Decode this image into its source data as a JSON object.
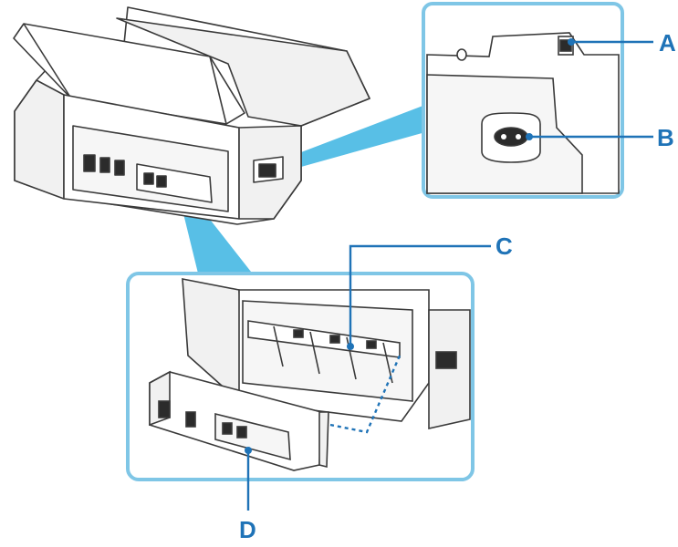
{
  "labels": {
    "a": "A",
    "b": "B",
    "c": "C",
    "d": "D"
  },
  "colors": {
    "callout": "#1f73b7",
    "zoom_border": "#7fc6e6",
    "zoom_beam": "#58bfe6",
    "outline": "#3a3a3a",
    "body": "#ffffff",
    "shade": "#f1f1f1",
    "dark": "#2b2b2b"
  }
}
